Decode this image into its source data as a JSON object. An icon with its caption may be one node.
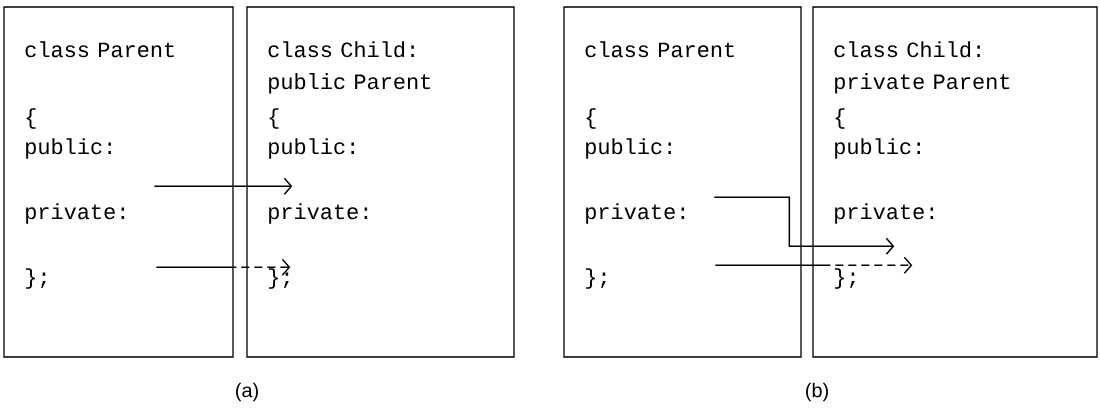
{
  "diagram": {
    "nodes": [
      {
        "text": [
          "class Parent",
          "{",
          "public:",
          "private:",
          "};"
        ]
      },
      {
        "text": [
          "class Child: public Parent",
          "{",
          "public:",
          "private:",
          "};"
        ]
      },
      {
        "text": [
          "class Parent",
          "{",
          "public:",
          "private:",
          "};"
        ]
      },
      {
        "text": [
          "class Child: private Parent",
          "{",
          "public:",
          "private:",
          "};"
        ]
      }
    ],
    "edges": [
      {
        "from": 0,
        "to": 1,
        "arrow": "to"
      },
      {
        "from": 0,
        "to": 1,
        "arrow": "to",
        "style": "dashed"
      },
      {
        "from": 2,
        "to": 3,
        "arrow": "to"
      },
      {
        "from": 2,
        "to": 3,
        "arrow": "to",
        "style": "dashed"
      }
    ],
    "labels": [
      "(a)",
      "(b)"
    ]
  }
}
